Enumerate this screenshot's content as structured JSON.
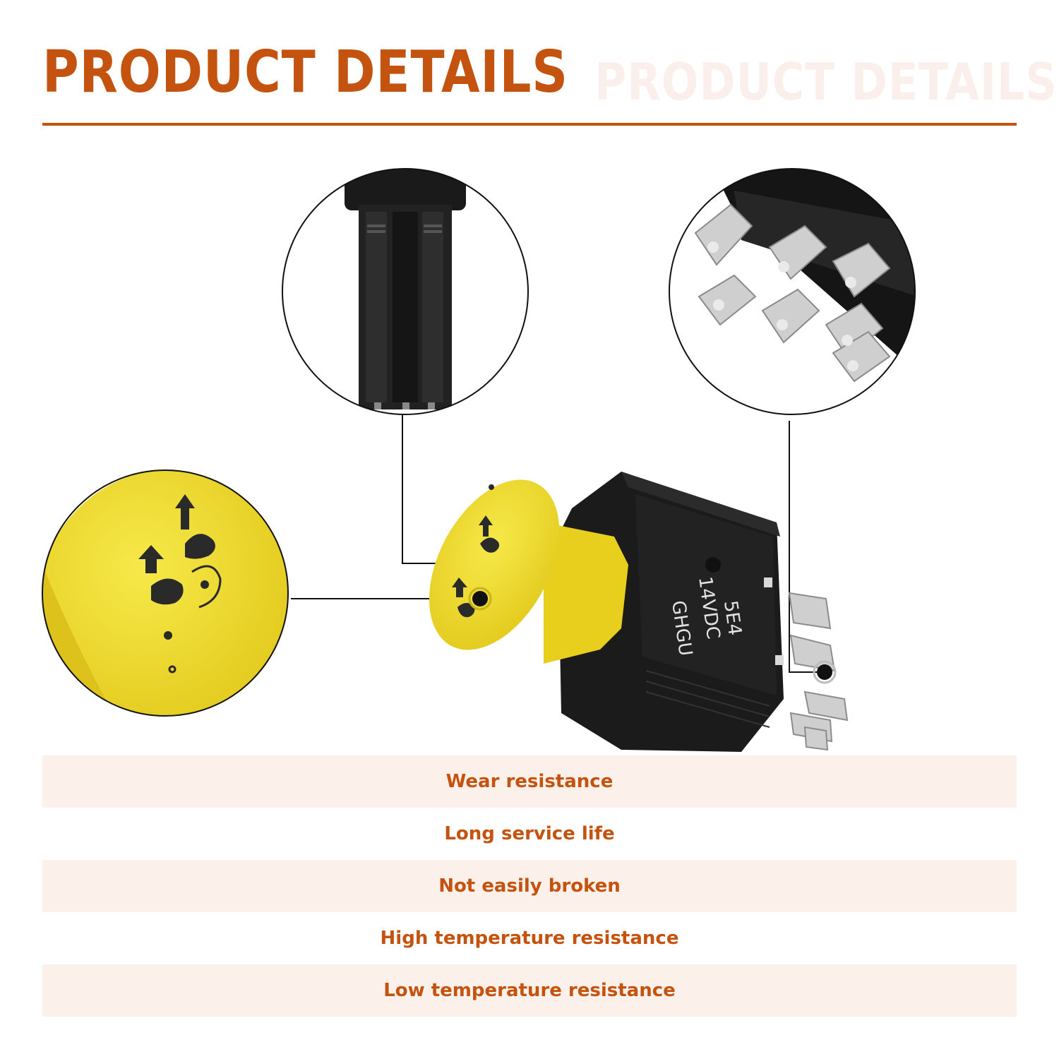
{
  "header": {
    "title": "PRODUCT DETAILS",
    "ghost_title": "PRODUCT DETAILS"
  },
  "switch": {
    "housing_labels": [
      "GHGU",
      "14VDC",
      "5E4"
    ]
  },
  "features": [
    {
      "label": "Wear resistance",
      "shaded": true
    },
    {
      "label": "Long service life",
      "shaded": false
    },
    {
      "label": "Not easily broken",
      "shaded": true
    },
    {
      "label": "High temperature resistance",
      "shaded": false
    },
    {
      "label": "Low temperature resistance",
      "shaded": true
    }
  ],
  "colors": {
    "accent": "#c4530f",
    "ghost": "#faeee8",
    "band": "#fbf1ea",
    "knob_yellow": "#f2dc2a",
    "housing_black": "#1b1b1b",
    "terminal_metal": "#c9c9c9"
  }
}
